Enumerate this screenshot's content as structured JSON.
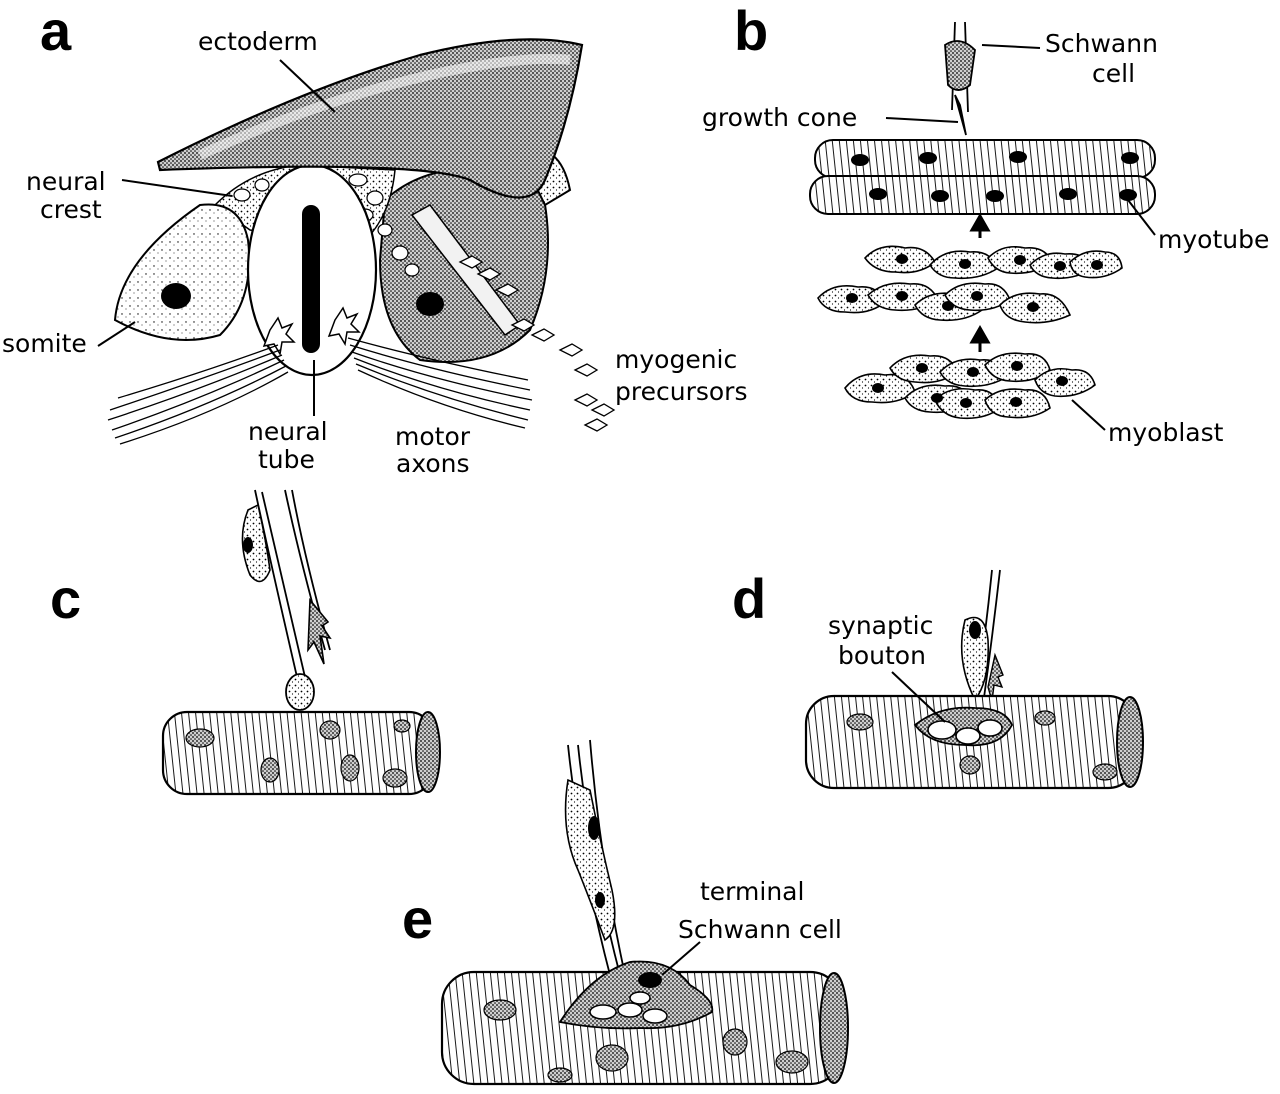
{
  "panels": {
    "a": {
      "letter": "a",
      "labels": {
        "ectoderm": "ectoderm",
        "neural_crest_1": "neural",
        "neural_crest_2": "crest",
        "somite": "somite",
        "neural_tube_1": "neural",
        "neural_tube_2": "tube",
        "motor_axons_1": "motor",
        "motor_axons_2": "axons",
        "myogenic_1": "myogenic",
        "myogenic_2": "precursors"
      }
    },
    "b": {
      "letter": "b",
      "labels": {
        "schwann_1": "Schwann",
        "schwann_2": "cell",
        "growth_cone": "growth  cone",
        "myotube": "myotube",
        "myoblast": "myoblast"
      }
    },
    "c": {
      "letter": "c"
    },
    "d": {
      "letter": "d",
      "labels": {
        "synaptic_1": "synaptic",
        "synaptic_2": "bouton"
      }
    },
    "e": {
      "letter": "e",
      "labels": {
        "terminal_1": "terminal",
        "terminal_2": "Schwann cell"
      }
    }
  }
}
